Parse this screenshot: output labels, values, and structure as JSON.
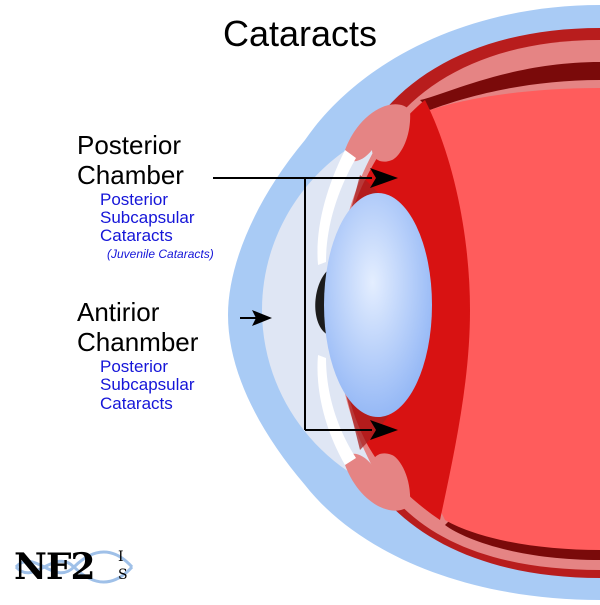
{
  "title": "Cataracts",
  "labels": {
    "posterior_line1": "Posterior",
    "posterior_line2": "Chamber",
    "posterior_sub1": "Posterior",
    "posterior_sub2": "Subcapsular",
    "posterior_sub3": "Cataracts",
    "posterior_note": "(Juvenile Cataracts)",
    "anterior_line1": "Antirior",
    "anterior_line2": "Chanmber",
    "anterior_sub1": "Posterior",
    "anterior_sub2": "Subcapsular",
    "anterior_sub3": "Cataracts"
  },
  "logo": {
    "text": "NF2",
    "sup1": "I",
    "sup2": "S"
  },
  "colors": {
    "cornea": "#a9cbf5",
    "aqueous": "#dfe6f4",
    "sclera": "#d93636",
    "choroid": "#e58484",
    "retina": "#ff5c5c",
    "vitreous_dark": "#d81212",
    "lens": "#b9d3ff",
    "label_blue": "#1515d8"
  }
}
